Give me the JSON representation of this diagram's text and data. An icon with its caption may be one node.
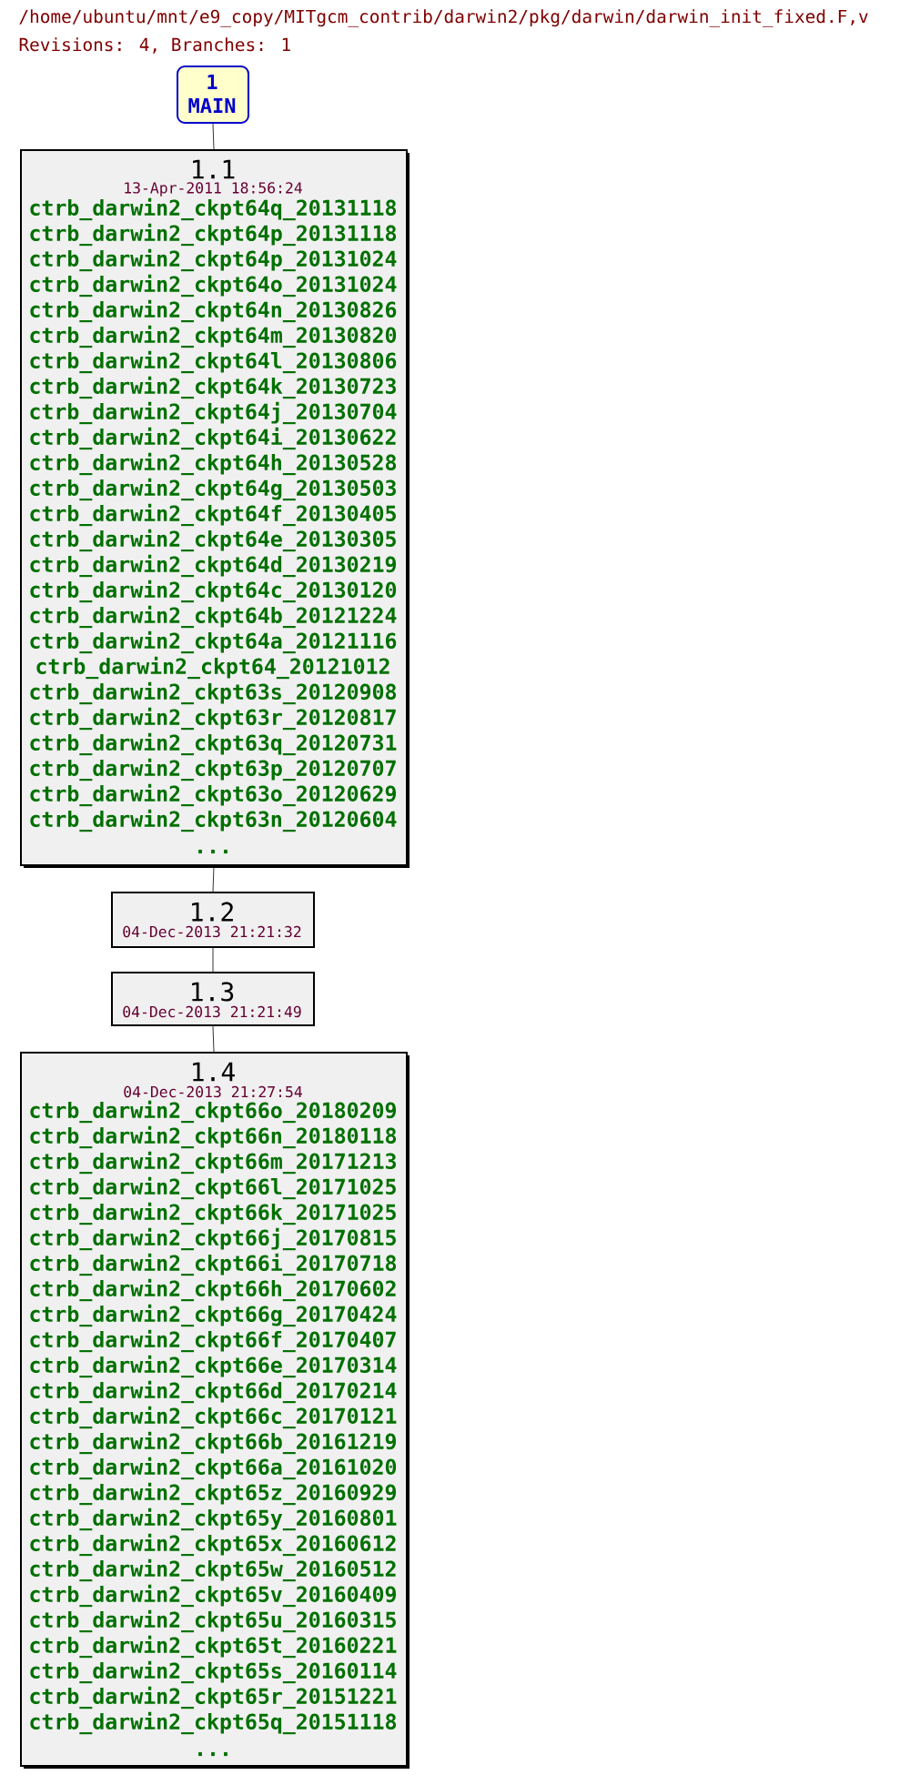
{
  "diagram": {
    "nodes": [
      {
        "text": [
          "1",
          "MAIN"
        ]
      },
      {
        "text": [
          "1.1",
          "13-Apr-2011 18:56:24",
          "ctrb_darwin2_ckpt64q_20131118",
          "ctrb_darwin2_ckpt64p_20131118",
          "ctrb_darwin2_ckpt64p_20131024",
          "ctrb_darwin2_ckpt64o_20131024",
          "ctrb_darwin2_ckpt64n_20130826",
          "ctrb_darwin2_ckpt64m_20130820",
          "ctrb_darwin2_ckpt64l_20130806",
          "ctrb_darwin2_ckpt64k_20130723",
          "ctrb_darwin2_ckpt64j_20130704",
          "ctrb_darwin2_ckpt64i_20130622",
          "ctrb_darwin2_ckpt64h_20130528",
          "ctrb_darwin2_ckpt64g_20130503",
          "ctrb_darwin2_ckpt64f_20130405",
          "ctrb_darwin2_ckpt64e_20130305",
          "ctrb_darwin2_ckpt64d_20130219",
          "ctrb_darwin2_ckpt64c_20130120",
          "ctrb_darwin2_ckpt64b_20121224",
          "ctrb_darwin2_ckpt64a_20121116",
          "ctrb_darwin2_ckpt64_20121012",
          "ctrb_darwin2_ckpt63s_20120908",
          "ctrb_darwin2_ckpt63r_20120817",
          "ctrb_darwin2_ckpt63q_20120731",
          "ctrb_darwin2_ckpt63p_20120707",
          "ctrb_darwin2_ckpt63o_20120629",
          "ctrb_darwin2_ckpt63n_20120604",
          "..."
        ]
      },
      {
        "text": [
          "1.2",
          "04-Dec-2013 21:21:32"
        ]
      },
      {
        "text": [
          "1.3",
          "04-Dec-2013 21:21:49"
        ]
      },
      {
        "text": [
          "1.4",
          "04-Dec-2013 21:27:54",
          "ctrb_darwin2_ckpt66o_20180209",
          "ctrb_darwin2_ckpt66n_20180118",
          "ctrb_darwin2_ckpt66m_20171213",
          "ctrb_darwin2_ckpt66l_20171025",
          "ctrb_darwin2_ckpt66k_20171025",
          "ctrb_darwin2_ckpt66j_20170815",
          "ctrb_darwin2_ckpt66i_20170718",
          "ctrb_darwin2_ckpt66h_20170602",
          "ctrb_darwin2_ckpt66g_20170424",
          "ctrb_darwin2_ckpt66f_20170407",
          "ctrb_darwin2_ckpt66e_20170314",
          "ctrb_darwin2_ckpt66d_20170214",
          "ctrb_darwin2_ckpt66c_20170121",
          "ctrb_darwin2_ckpt66b_20161219",
          "ctrb_darwin2_ckpt66a_20161020",
          "ctrb_darwin2_ckpt65z_20160929",
          "ctrb_darwin2_ckpt65y_20160801",
          "ctrb_darwin2_ckpt65x_20160612",
          "ctrb_darwin2_ckpt65w_20160512",
          "ctrb_darwin2_ckpt65v_20160409",
          "ctrb_darwin2_ckpt65u_20160315",
          "ctrb_darwin2_ckpt65t_20160221",
          "ctrb_darwin2_ckpt65s_20160114",
          "ctrb_darwin2_ckpt65r_20151221",
          "ctrb_darwin2_ckpt65q_20151118",
          "..."
        ]
      }
    ],
    "edges": [
      {
        "from": 0,
        "to": 1,
        "arrow": "none"
      },
      {
        "from": 1,
        "to": 2,
        "arrow": "none"
      },
      {
        "from": 2,
        "to": 3,
        "arrow": "none"
      },
      {
        "from": 3,
        "to": 4,
        "arrow": "none"
      }
    ],
    "labels": [
      "/home/ubuntu/mnt/e9_copy/MITgcm_contrib/darwin2/pkg/darwin/darwin_init_fixed.F,v",
      "Revisions: 4, Branches: 1"
    ]
  }
}
